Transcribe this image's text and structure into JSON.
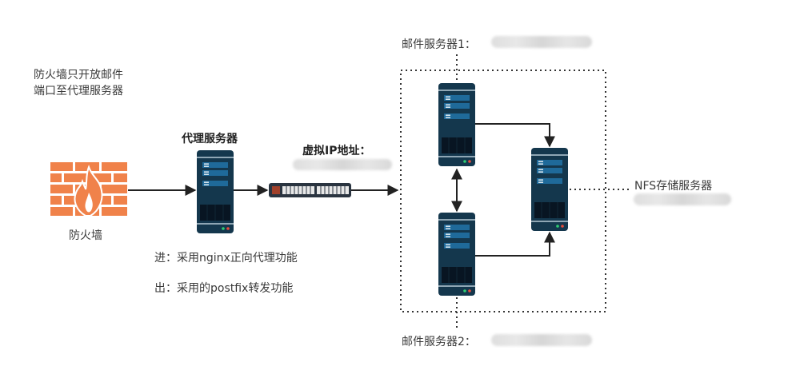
{
  "notes": {
    "firewall_note_line1": "防火墙只开放邮件",
    "firewall_note_line2": "端口至代理服务器",
    "inbound": "进：采用nginx正向代理功能",
    "outbound": "出：采用的postfix转发功能"
  },
  "nodes": {
    "firewall": {
      "label": "防火墙",
      "icon": "firewall-icon",
      "color": "#f0824a"
    },
    "proxy": {
      "label": "代理服务器",
      "icon": "server-icon"
    },
    "switch": {
      "label": "虚拟IP地址：",
      "icon": "switch-icon",
      "value_redacted": true
    },
    "mail1": {
      "label": "邮件服务器1：",
      "icon": "server-icon",
      "value_redacted": true
    },
    "mail2": {
      "label": "邮件服务器2：",
      "icon": "server-icon",
      "value_redacted": true
    },
    "nfs": {
      "label": "NFS存储服务器",
      "icon": "server-icon",
      "value_redacted": true
    }
  },
  "colors": {
    "server_body": "#14374d",
    "server_panel": "#1f6a9a",
    "arrow": "#222222",
    "firewall": "#f0824a"
  }
}
